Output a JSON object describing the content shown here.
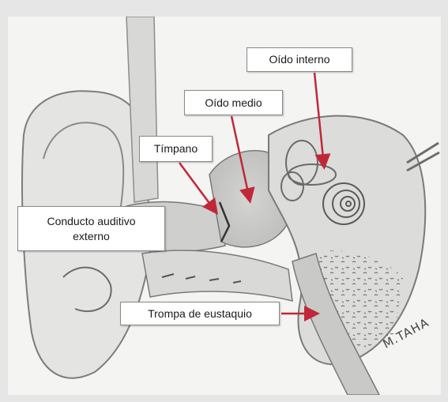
{
  "labels": {
    "oido_interno": "Oído interno",
    "oido_medio": "Oído medio",
    "timpano": "Tímpano",
    "conducto_auditivo": "Conducto auditivo externo",
    "trompa_eustaquio": "Trompa de eustaquio"
  },
  "signature": "M.TAHA",
  "colors": {
    "arrow": "#c0283a",
    "background": "#e6e6e6",
    "label_border": "#8a8a8a"
  }
}
